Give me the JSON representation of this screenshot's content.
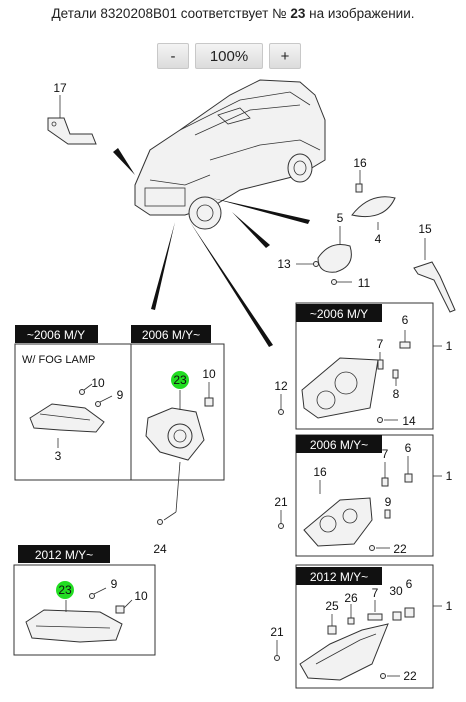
{
  "caption": {
    "prefix": "Детали 8320208B01 соответствует №",
    "number": "23",
    "suffix": "на изображении."
  },
  "zoom": {
    "minus": "-",
    "level": "100%",
    "plus": "+"
  },
  "highlight_color": "#22dd22",
  "panels": {
    "fog_old": {
      "tag": "~2006 M/Y",
      "sub": "W/  FOG LAMP"
    },
    "fog_new": {
      "tag": "2006 M/Y~"
    },
    "drl_2012": {
      "tag": "2012 M/Y~"
    },
    "head_old": {
      "tag": "~2006 M/Y"
    },
    "head_mid": {
      "tag": "2006 M/Y~"
    },
    "head_2012": {
      "tag": "2012 M/Y~"
    }
  },
  "callouts": {
    "c17": "17",
    "c16a": "16",
    "c5": "5",
    "c4": "4",
    "c13": "13",
    "c11": "11",
    "c15": "15",
    "c10a": "10",
    "c9a": "9",
    "c3": "3",
    "c23a": "23",
    "c10b": "10",
    "c24": "24",
    "c23b": "23",
    "c9b": "9",
    "c10c": "10",
    "c6a": "6",
    "c1a": "1",
    "c7a": "7",
    "c8": "8",
    "c12": "12",
    "c14": "14",
    "c16b": "16",
    "c7b": "7",
    "c6b": "6",
    "c1b": "1",
    "c9c": "9",
    "c21a": "21",
    "c22a": "22",
    "c25": "25",
    "c26": "26",
    "c7c": "7",
    "c30": "30",
    "c6c": "6",
    "c1c": "1",
    "c21b": "21",
    "c22b": "22"
  }
}
